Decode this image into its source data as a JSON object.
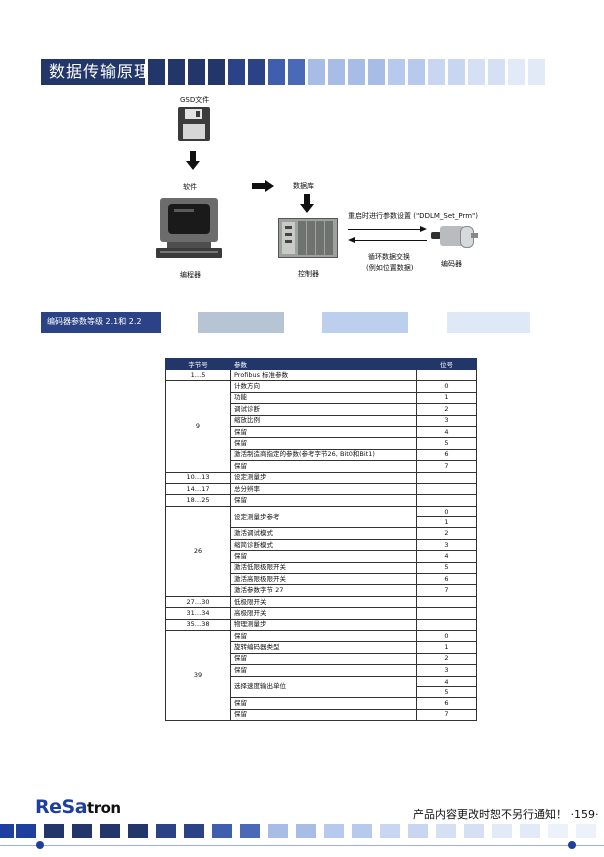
{
  "page_title": "数据传输原理",
  "diagram": {
    "gsd_label": "GSD文件",
    "software_label": "软件",
    "database_label": "数据库",
    "programmer_label": "编程器",
    "controller_label": "控制器",
    "encoder_label": "编码器",
    "restart_text": "重启时进行参数设置 (\"DDLM_Set_Prm\")",
    "cyclic_text_1": "循环数据交换",
    "cyclic_text_2": "(例如位置数据)"
  },
  "section_title": "编码器参数等级 2.1和 2.2",
  "table": {
    "headers": [
      "字节号",
      "参数",
      "位号"
    ],
    "groups": [
      {
        "byte": "1…5",
        "rows": [
          {
            "param": "Profibus 标准参数",
            "bits": [
              ""
            ]
          }
        ]
      },
      {
        "byte": "9",
        "rows": [
          {
            "param": "计数方向",
            "bits": [
              "0"
            ]
          },
          {
            "param": "功能",
            "bits": [
              "1"
            ]
          },
          {
            "param": "调试诊断",
            "bits": [
              "2"
            ]
          },
          {
            "param": "缩放比例",
            "bits": [
              "3"
            ]
          },
          {
            "param": "保留",
            "bits": [
              "4"
            ]
          },
          {
            "param": "保留",
            "bits": [
              "5"
            ]
          },
          {
            "param": "激活制造商指定的参数(参考字节26, Bit0和Bit1)",
            "bits": [
              "6"
            ]
          },
          {
            "param": "保留",
            "bits": [
              "7"
            ]
          }
        ]
      },
      {
        "byte": "10…13",
        "rows": [
          {
            "param": "设定测量步",
            "bits": [
              ""
            ]
          }
        ]
      },
      {
        "byte": "14…17",
        "rows": [
          {
            "param": "总分辨率",
            "bits": [
              ""
            ]
          }
        ]
      },
      {
        "byte": "18…25",
        "rows": [
          {
            "param": "保留",
            "bits": [
              ""
            ]
          }
        ]
      },
      {
        "byte": "26",
        "rows": [
          {
            "param": "设定测量步参考",
            "bits": [
              "0",
              "1"
            ]
          },
          {
            "param": "激活调试模式",
            "bits": [
              "2"
            ]
          },
          {
            "param": "缩简诊断模式",
            "bits": [
              "3"
            ]
          },
          {
            "param": "保留",
            "bits": [
              "4"
            ]
          },
          {
            "param": "激活低限极限开关",
            "bits": [
              "5"
            ]
          },
          {
            "param": "激活高限极限开关",
            "bits": [
              "6"
            ]
          },
          {
            "param": "激活参数字节 27",
            "bits": [
              "7"
            ]
          }
        ]
      },
      {
        "byte": "27…30",
        "rows": [
          {
            "param": "低极限开关",
            "bits": [
              ""
            ]
          }
        ]
      },
      {
        "byte": "31…34",
        "rows": [
          {
            "param": "高极限开关",
            "bits": [
              ""
            ]
          }
        ]
      },
      {
        "byte": "35…38",
        "rows": [
          {
            "param": "物理测量步",
            "bits": [
              ""
            ]
          }
        ]
      },
      {
        "byte": "39",
        "rows": [
          {
            "param": "保留",
            "bits": [
              "0"
            ]
          },
          {
            "param": "旋转编码器类型",
            "bits": [
              "1"
            ]
          },
          {
            "param": "保留",
            "bits": [
              "2"
            ]
          },
          {
            "param": "保留",
            "bits": [
              "3"
            ]
          },
          {
            "param": "选择速度输出单位",
            "bits": [
              "4",
              "5"
            ]
          },
          {
            "param": "保留",
            "bits": [
              "6"
            ]
          },
          {
            "param": "保留",
            "bits": [
              "7"
            ]
          }
        ]
      }
    ]
  },
  "footer": {
    "logo_main": "ReSa",
    "logo_tail": "tron",
    "notice": "产品内容更改时恕不另行通知！",
    "page_number": "·159·"
  },
  "colors": {
    "navy": "#22366a",
    "blue": "#2b4287",
    "mid_blue": "#4a6ab8",
    "light_blue": "#a8bde6",
    "pale_blue": "#d6e0f4",
    "gray_blue": "#b7c4d3"
  }
}
